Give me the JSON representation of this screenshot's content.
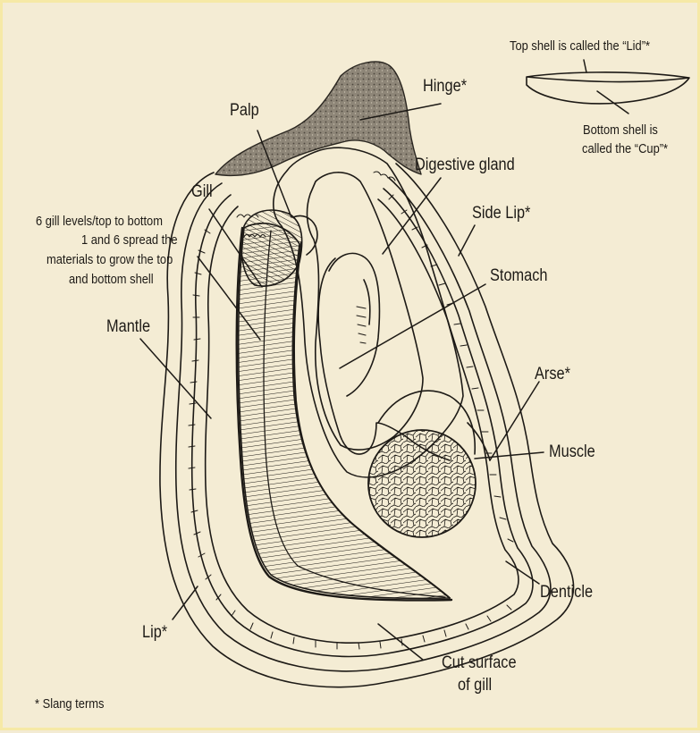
{
  "labels": {
    "hinge": "Hinge*",
    "palp": "Palp",
    "gill": "Gill",
    "gill_note_1": "6 gill levels/top to bottom",
    "gill_note_2": "1 and 6 spread the",
    "gill_note_3": "materials to grow the top",
    "gill_note_4": "and bottom shell",
    "digestive_gland": "Digestive gland",
    "side_lip": "Side Lip*",
    "stomach": "Stomach",
    "mantle": "Mantle",
    "arse": "Arse*",
    "muscle": "Muscle",
    "denticle": "Denticle",
    "lip": "Lip*",
    "cut_surface_1": "Cut surface",
    "cut_surface_2": "of gill",
    "top_shell": "Top shell is called the “Lid”*",
    "bottom_shell_1": "Bottom shell is",
    "bottom_shell_2": "called the “Cup”*",
    "footnote": "* Slang terms"
  },
  "colors": {
    "background": "#f4ecd4",
    "border": "#f6e9a6",
    "ink": "#1d1a16",
    "hinge_fill": "#8c8476"
  }
}
